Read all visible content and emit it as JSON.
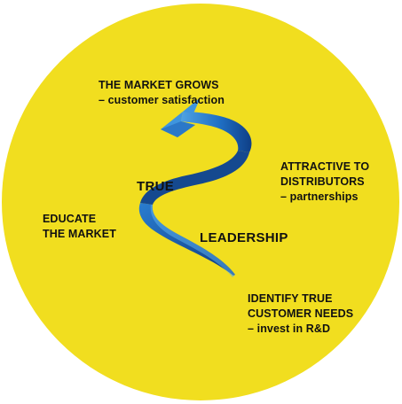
{
  "colors": {
    "circle": "#F1DE1F",
    "arrow_light": "#4FA2E2",
    "arrow_mid": "#1F6FC4",
    "arrow_dark": "#0F3F86",
    "text": "#111111"
  },
  "diagram": {
    "top_label": {
      "line1": "THE MARKET GROWS",
      "line2": "– customer satisfaction"
    },
    "right_label": {
      "line1": "ATTRACTIVE TO",
      "line2": "DISTRIBUTORS",
      "line3": "– partnerships"
    },
    "left_label": {
      "line1": "EDUCATE",
      "line2": "THE MARKET"
    },
    "bottom_label": {
      "line1": "IDENTIFY TRUE",
      "line2": "CUSTOMER NEEDS",
      "line3": "– invest in R&D"
    },
    "word_true": "TRUE",
    "word_leadership": "LEADERSHIP"
  }
}
